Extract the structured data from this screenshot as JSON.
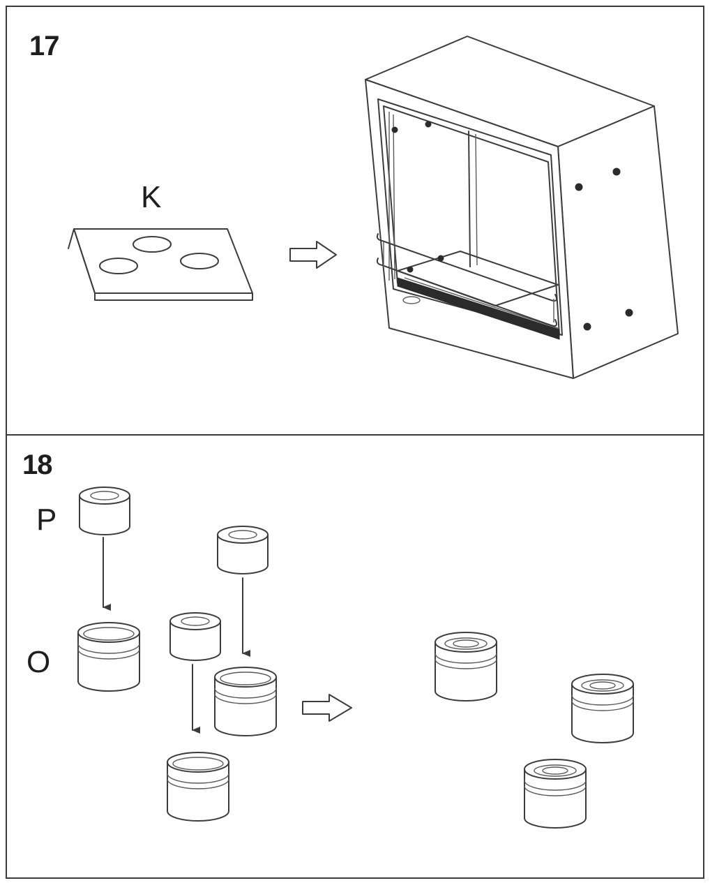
{
  "steps": [
    {
      "number": "17",
      "part_label": "K"
    },
    {
      "number": "18",
      "part_labels": [
        "P",
        "O"
      ]
    }
  ]
}
